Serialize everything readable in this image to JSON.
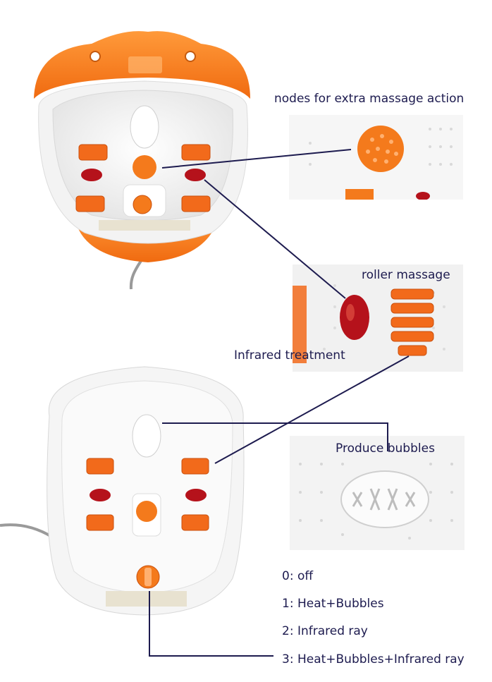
{
  "callouts": {
    "nodes": "nodes for extra massage action",
    "roller": "roller massage",
    "infrared": "Infrared treatment",
    "bubbles": "Produce bubbles"
  },
  "modes": [
    "0: off",
    "1: Heat+Bubbles",
    "2: Infrared ray",
    "3: Heat+Bubbles+Infrared ray"
  ],
  "colors": {
    "accent_orange": "#f47a1c",
    "infrared_red": "#b5121b",
    "tub_white": "#f7f7f7",
    "label_navy": "#1d1b4f"
  }
}
